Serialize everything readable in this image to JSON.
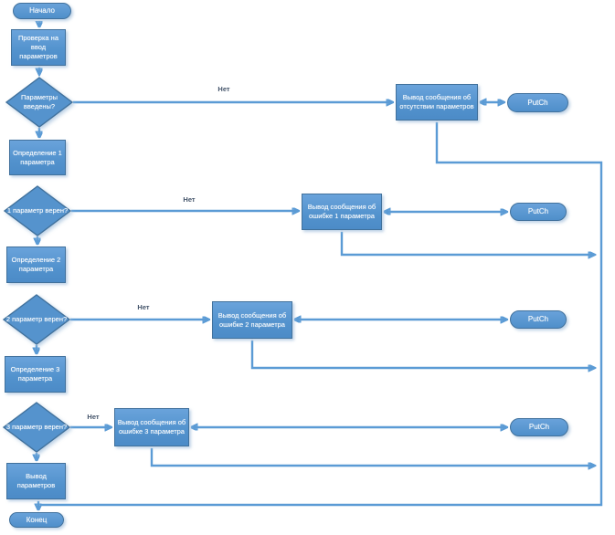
{
  "diagram": {
    "type": "flowchart",
    "nodes": {
      "start": {
        "label": "Начало",
        "shape": "terminator"
      },
      "check_input": {
        "label": "Проверка на ввод параметров",
        "shape": "process"
      },
      "params_entered": {
        "label": "Параметры введены?",
        "shape": "decision"
      },
      "define_param_1": {
        "label": "Определение 1 параметра",
        "shape": "process"
      },
      "param_1_valid": {
        "label": "1 параметр верен?",
        "shape": "decision"
      },
      "define_param_2": {
        "label": "Определение 2 параметра",
        "shape": "process"
      },
      "param_2_valid": {
        "label": "2 параметр верен?",
        "shape": "decision"
      },
      "define_param_3": {
        "label": "Определение 3 параметра",
        "shape": "process"
      },
      "param_3_valid": {
        "label": "3 параметр верен?",
        "shape": "decision"
      },
      "output_params": {
        "label": "Вывод параметров",
        "shape": "process"
      },
      "end": {
        "label": "Конец",
        "shape": "terminator"
      },
      "msg_no_params": {
        "label": "Вывод сообщения об отсутствии параметров",
        "shape": "process"
      },
      "putch_1": {
        "label": "PutCh",
        "shape": "terminator"
      },
      "msg_error_1": {
        "label": "Вывод сообщения об ошибке 1 параметра",
        "shape": "process"
      },
      "putch_2": {
        "label": "PutCh",
        "shape": "terminator"
      },
      "msg_error_2": {
        "label": "Вывод сообщения об ошибке 2 параметра",
        "shape": "process"
      },
      "putch_3": {
        "label": "PutCh",
        "shape": "terminator"
      },
      "msg_error_3": {
        "label": "Вывод сообщения об ошибке 3 параметра",
        "shape": "process"
      },
      "putch_4": {
        "label": "PutCh",
        "shape": "terminator"
      }
    },
    "edge_labels": {
      "no_1": "Нет",
      "no_2": "Нет",
      "no_3": "Нет",
      "no_4": "Нет"
    },
    "colors": {
      "shape_fill": "#5593cd",
      "shape_border": "#41719c",
      "connector": "#5b9bd5",
      "edge_label_text": "#44546a",
      "shape_text": "#ffffff",
      "background": "#ffffff"
    }
  }
}
